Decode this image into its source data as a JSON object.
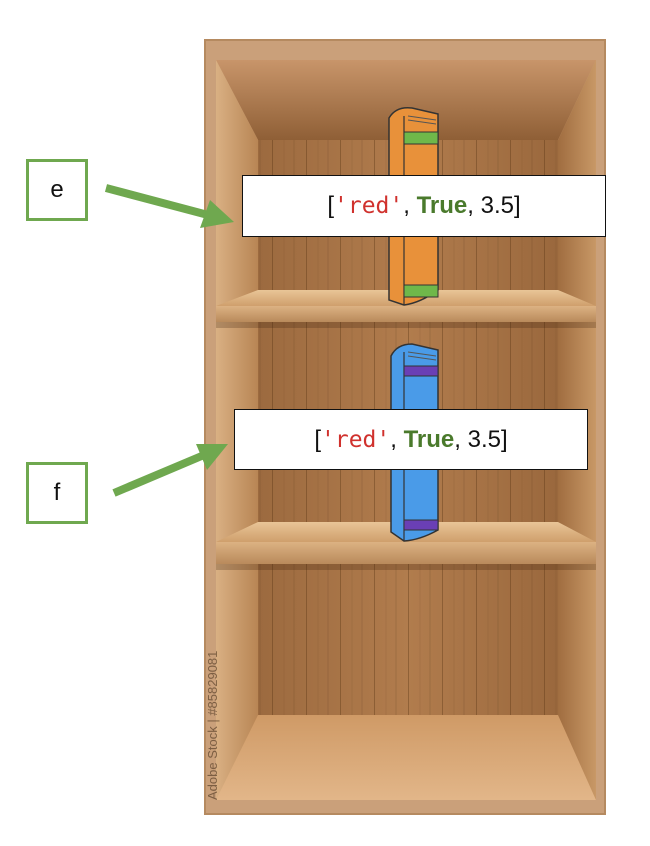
{
  "labels": {
    "e": "e",
    "f": "f"
  },
  "code_top": {
    "open": "[",
    "str": "'red'",
    "sep1": ", ",
    "bool": "True",
    "sep2": ", ",
    "num": "3.5",
    "close": "]"
  },
  "code_bottom": {
    "open": "[",
    "str": "'red'",
    "sep1": ", ",
    "bool": "True",
    "sep2": ", ",
    "num": "3.5",
    "close": "]"
  },
  "watermark": "Adobe Stock | #85829081",
  "colors": {
    "arrow": "#6fa84f",
    "book_top": "#e8913a",
    "book_top_band": "#6fb84a",
    "book_bottom": "#4a9be8",
    "book_bottom_band": "#6a3fb5",
    "string": "#d0312d",
    "keyword": "#4a7a2c"
  }
}
